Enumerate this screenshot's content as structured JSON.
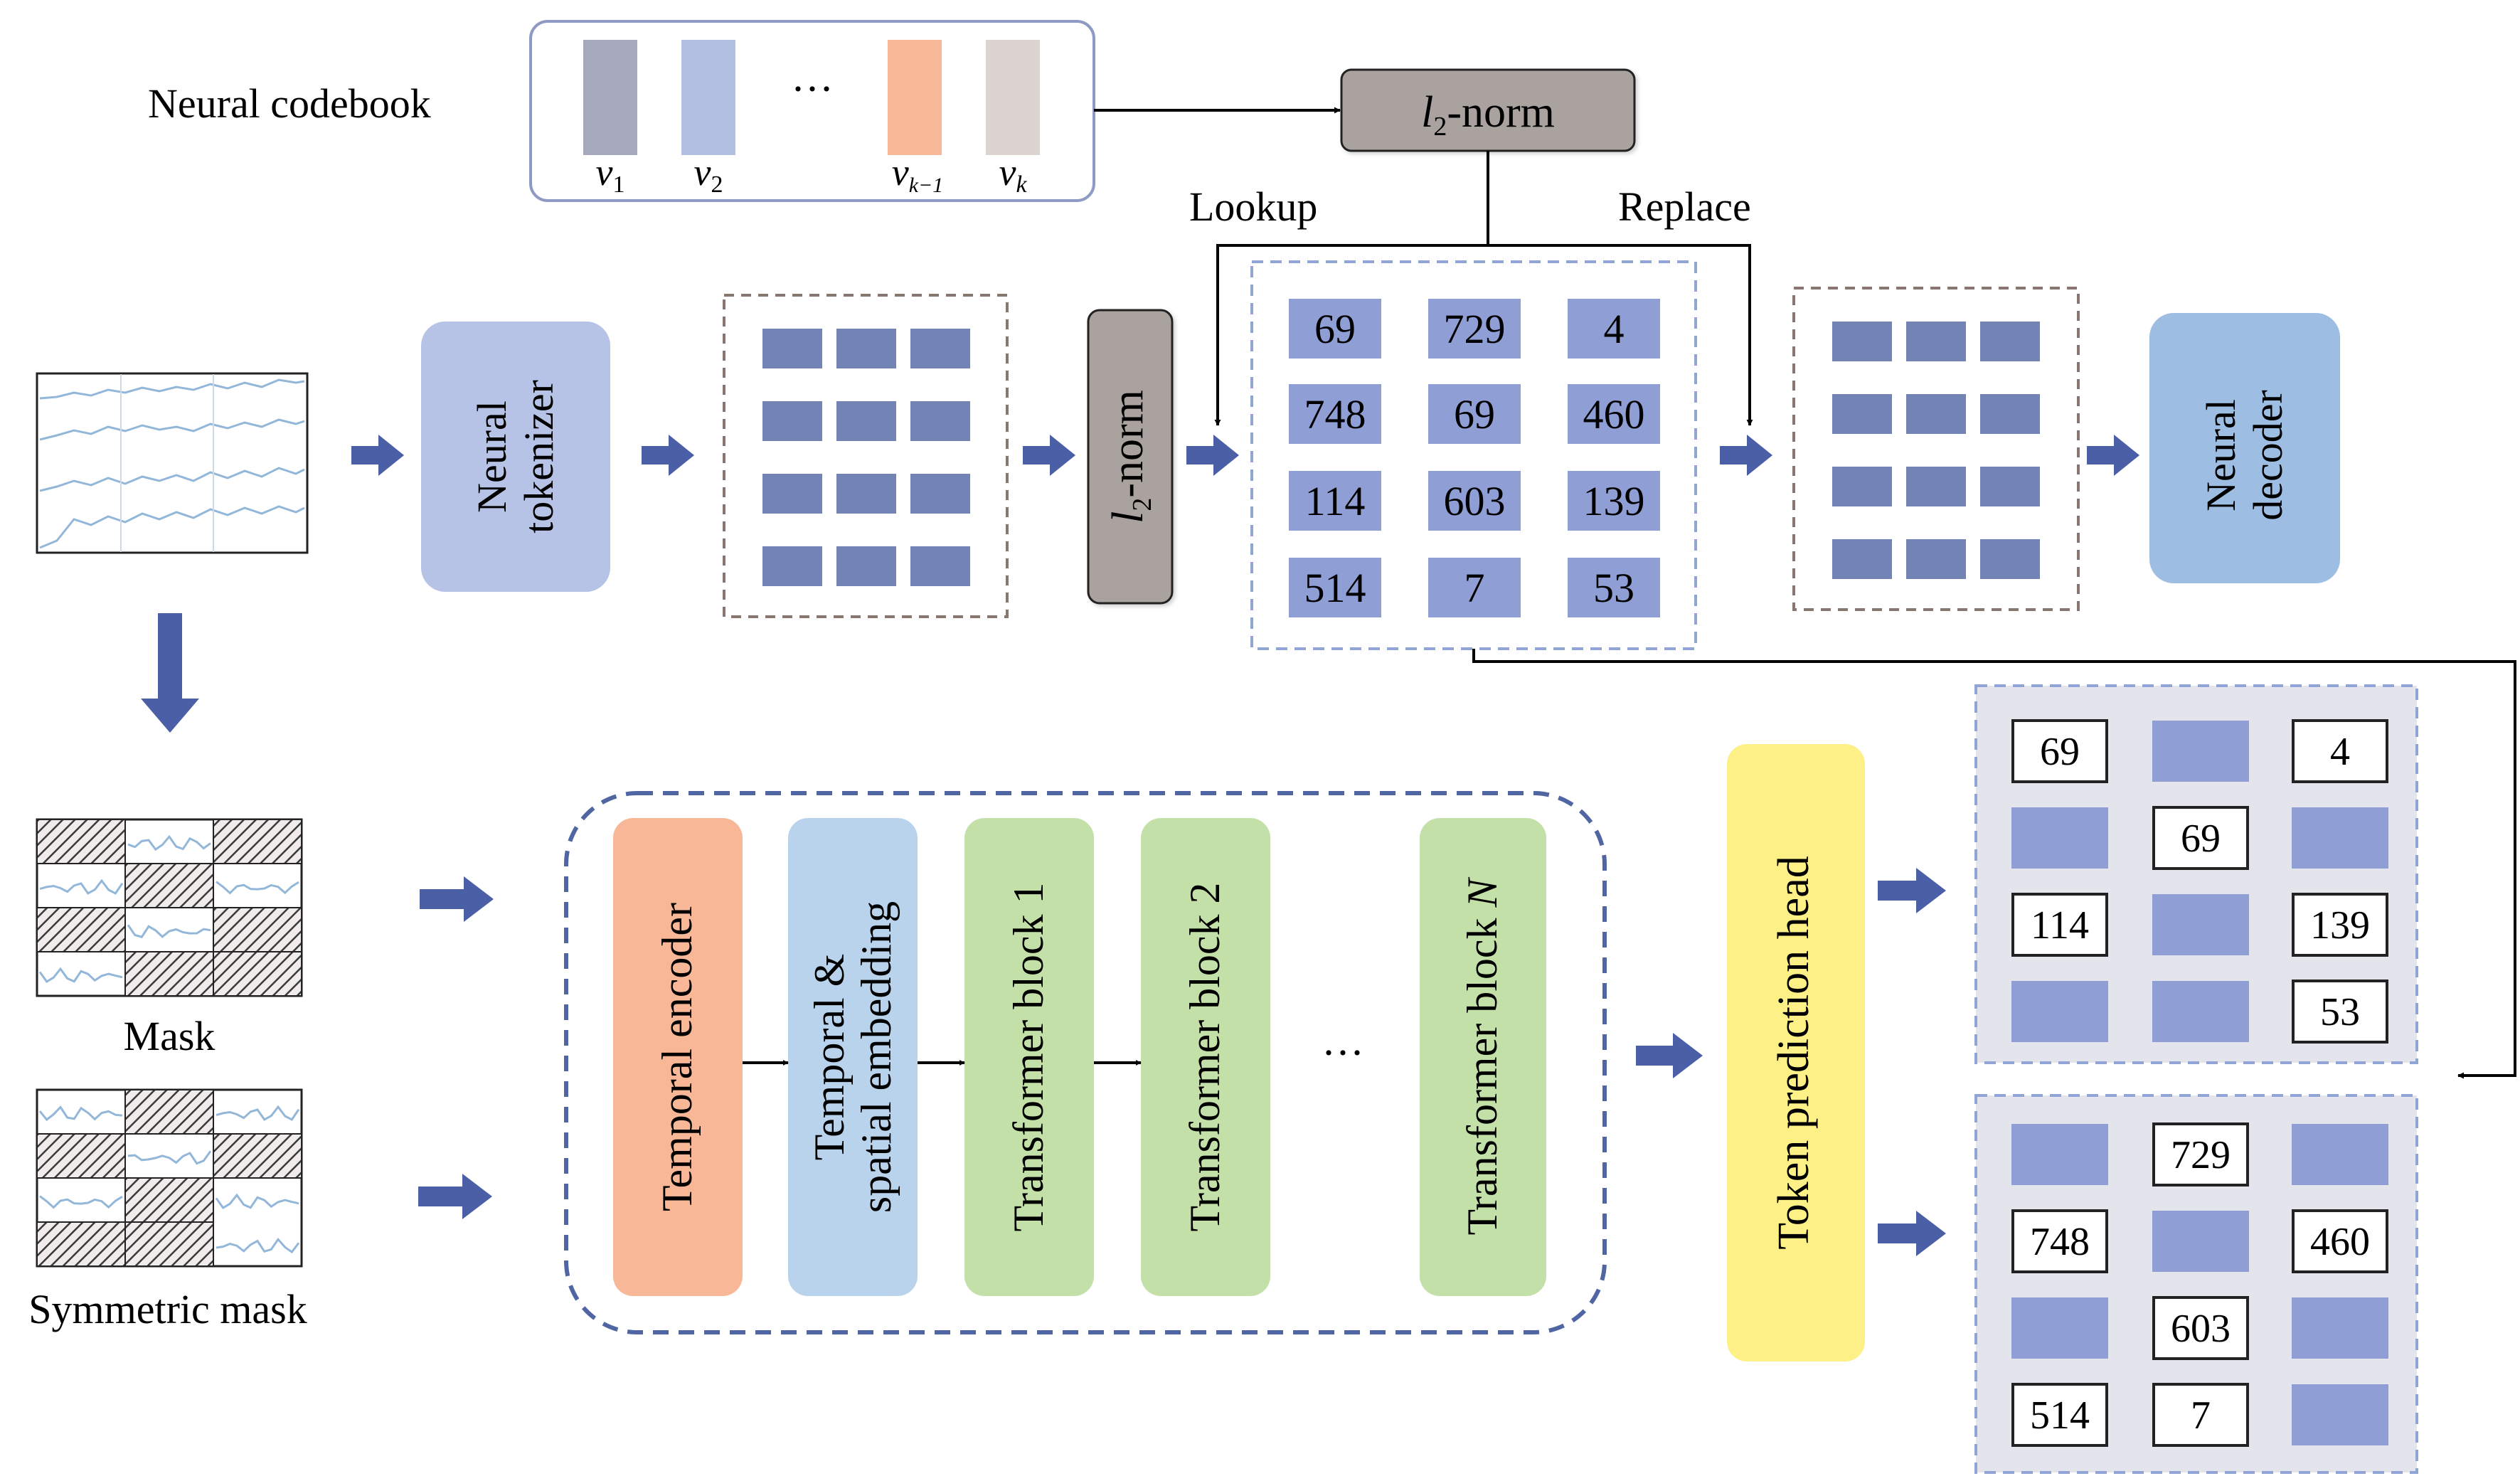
{
  "codebook": {
    "title": "Neural codebook",
    "ellipsis": "···",
    "vectors": [
      {
        "sym": "v",
        "sub": "1",
        "color": "#a5a9bb"
      },
      {
        "sym": "v",
        "sub": "2",
        "color": "#b2bfe0"
      },
      {
        "sym": "v",
        "sub": "k−1",
        "color": "#f8b796"
      },
      {
        "sym": "v",
        "sub": "k",
        "color": "#ddd4d2"
      }
    ]
  },
  "l2norm_top": {
    "l": "l",
    "sub": "2",
    "rest": "-norm"
  },
  "l2norm_mid": {
    "l": "l",
    "sub": "2",
    "rest": "-norm"
  },
  "lookup_label": "Lookup",
  "replace_label": "Replace",
  "neural_tokenizer": [
    "Neural",
    "tokenizer"
  ],
  "neural_decoder": [
    "Neural",
    "decoder"
  ],
  "token_grid": [
    "69",
    "729",
    "4",
    "748",
    "69",
    "460",
    "114",
    "603",
    "139",
    "514",
    "7",
    "53"
  ],
  "mask_label": "Mask",
  "symmetric_mask_label": "Symmetric mask",
  "pipeline": {
    "temporal_encoder": [
      "Temporal encoder"
    ],
    "embedding": [
      "Temporal &",
      "spatial embedding"
    ],
    "block1": [
      "Transformer block 1"
    ],
    "block2": [
      "Transformer block 2"
    ],
    "ellipsis": "···",
    "blockN": {
      "text": "Transformer block ",
      "n": "N"
    }
  },
  "token_head": "Token prediction head",
  "pred_top": [
    "69",
    "",
    "4",
    "",
    "69",
    "",
    "114",
    "",
    "139",
    "",
    "",
    "53"
  ],
  "pred_bottom": [
    "",
    "729",
    "",
    "748",
    "",
    "460",
    "",
    "603",
    "",
    "514",
    "7",
    ""
  ],
  "colors": {
    "block_fill": "#7483b6",
    "token_fill": "#8f9fd6",
    "tokenizer": "#b7c3e6",
    "decoder": "#9dbde2",
    "norm": "#aaa29f",
    "temporal_encoder": "#f8b796",
    "embedding": "#b9d3ec",
    "transformer": "#c3e0a9",
    "head": "#fdf087",
    "arrow": "#4b5fa6",
    "dashed": "#5066a2"
  }
}
